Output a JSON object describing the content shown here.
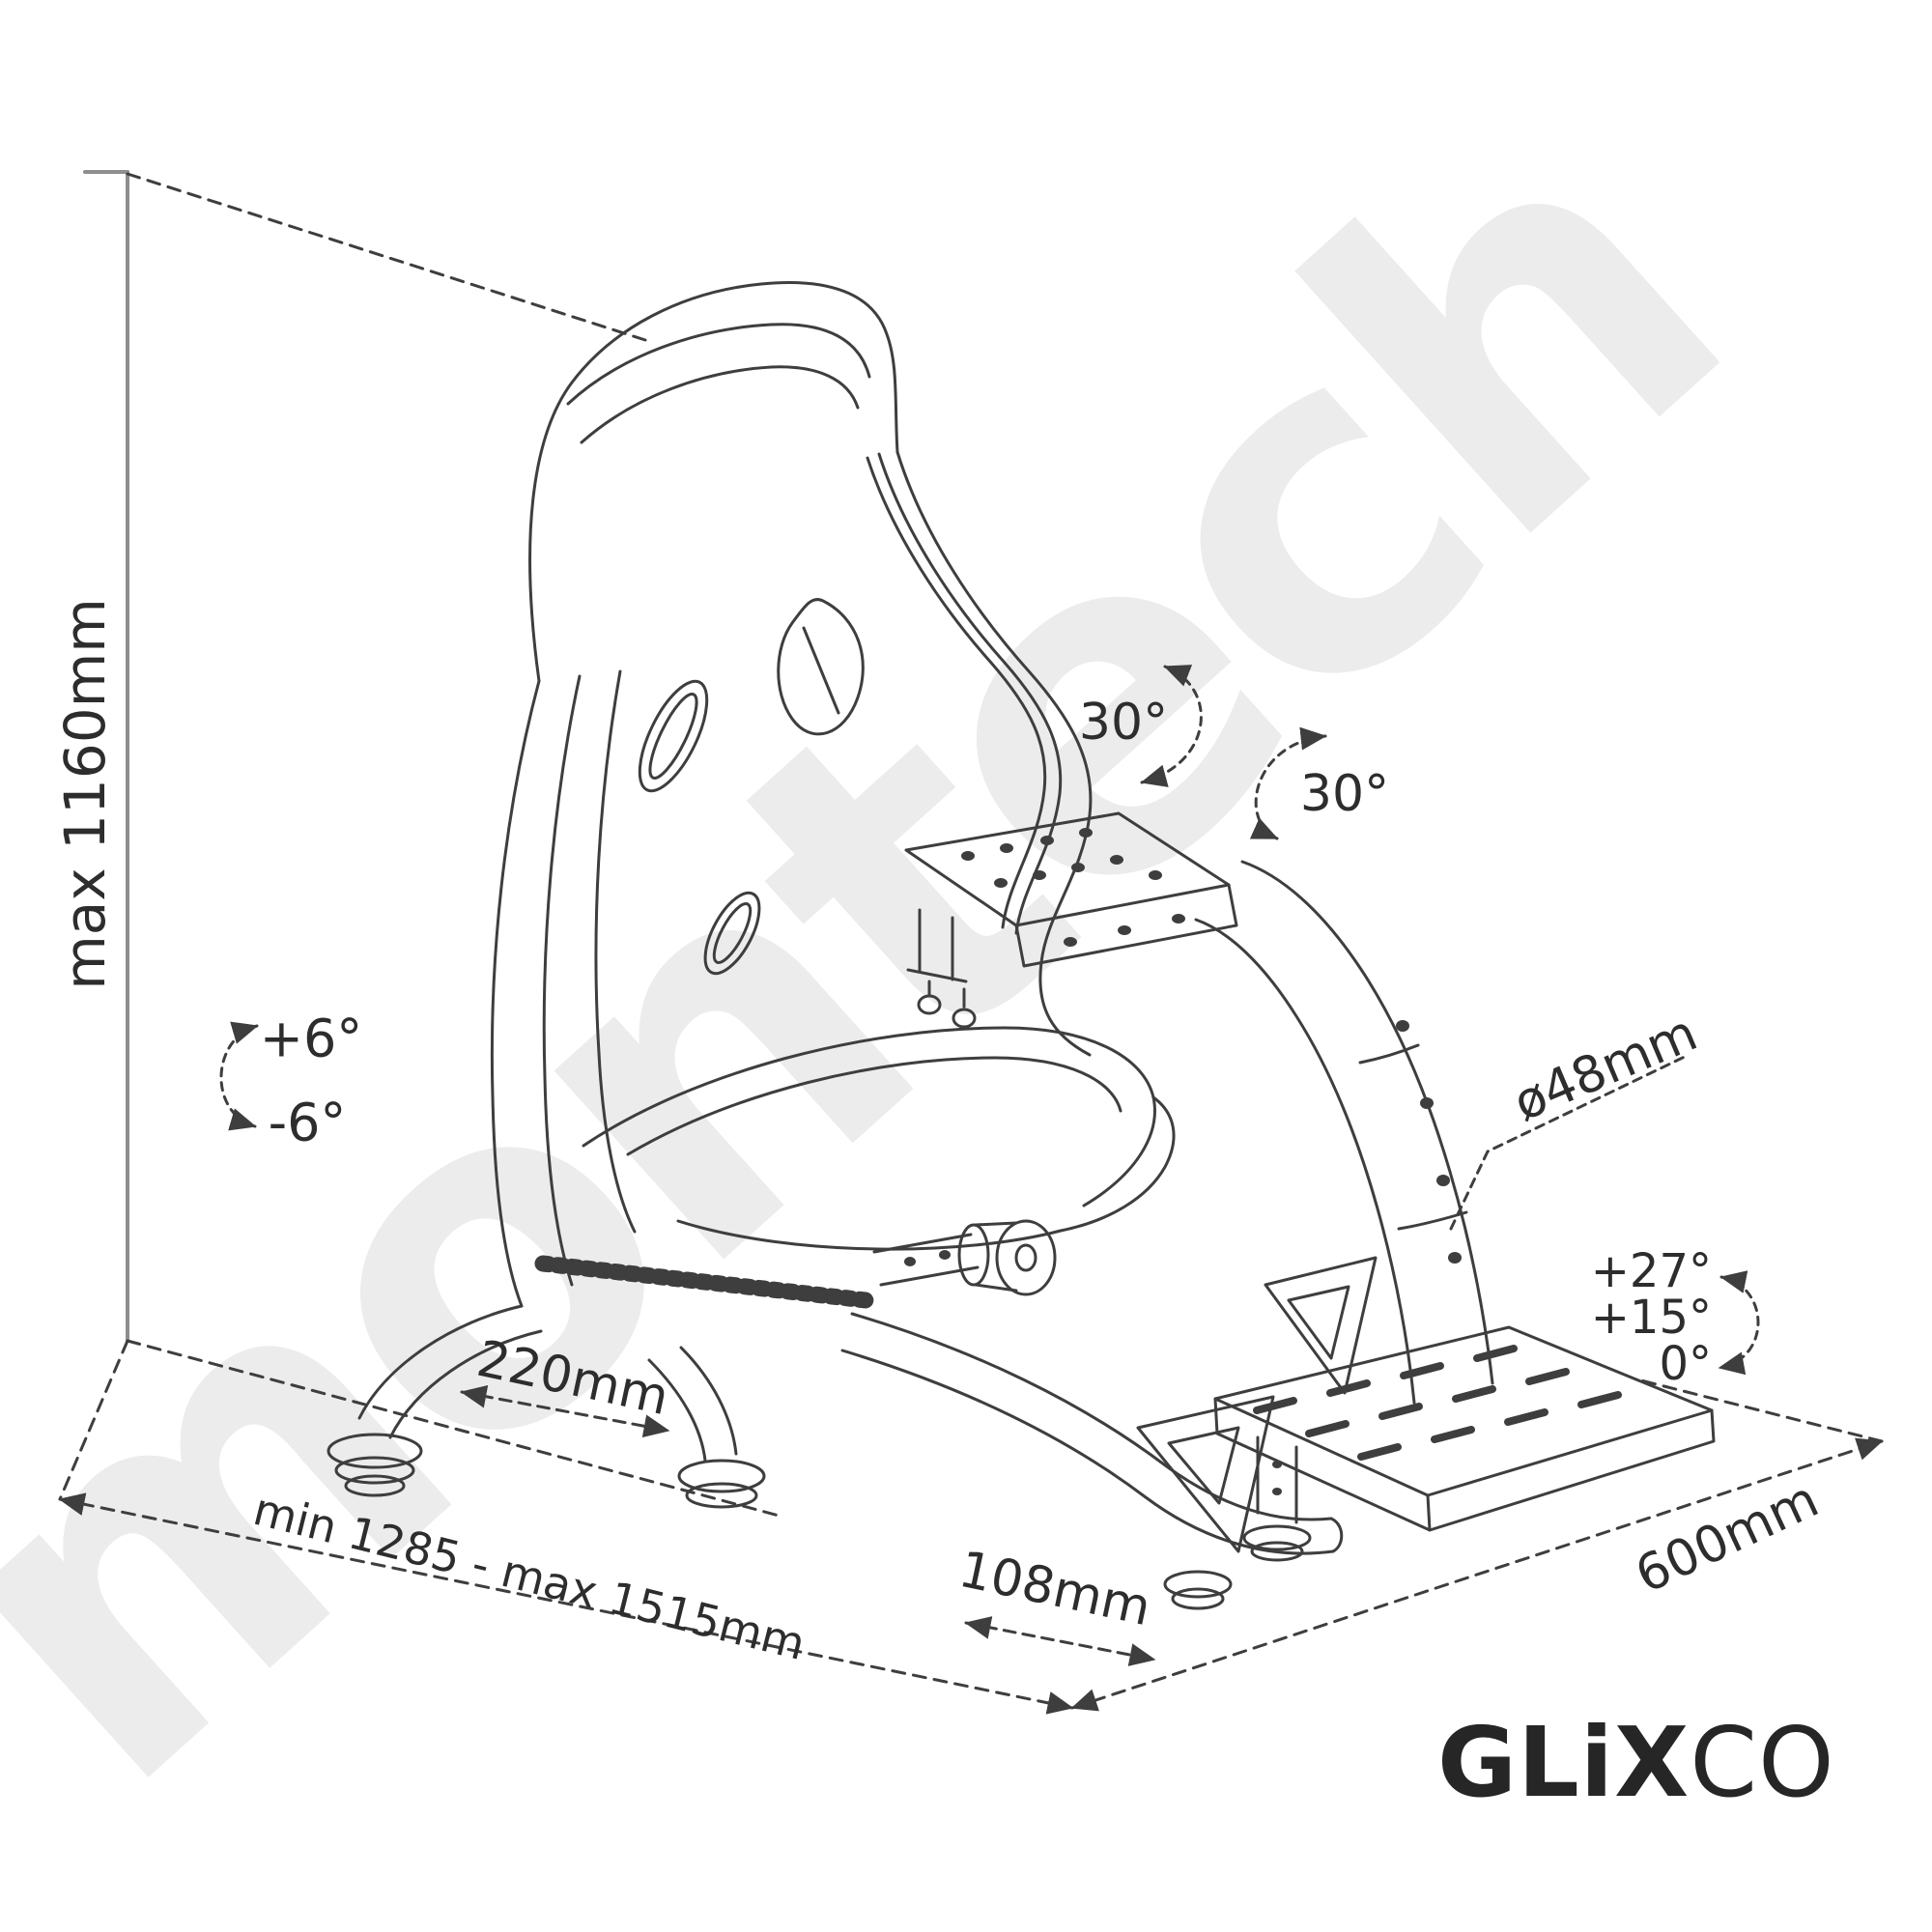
{
  "watermark": {
    "text": "montech",
    "color": "#ececec"
  },
  "logo": {
    "bold": "GLiX",
    "light": "CO",
    "color": "#262626"
  },
  "dimensions": {
    "height": "max 1160mm",
    "seat_slide": "220mm",
    "length": "min 1285 - max 1515mm",
    "pedal_slide": "108mm",
    "base_width": "600mm",
    "tube_diameter": "ø48mm"
  },
  "angles": {
    "backrest_plus": "+6°",
    "backrest_minus": "-6°",
    "wheel_left": "30°",
    "wheel_right": "30°",
    "pedal": [
      "+27°",
      "+15°",
      "0°"
    ]
  },
  "colors": {
    "line": "#3e3e3e",
    "wall_line": "#8e8e8e",
    "text": "#2d2d2d",
    "watermark": "#ececec"
  }
}
